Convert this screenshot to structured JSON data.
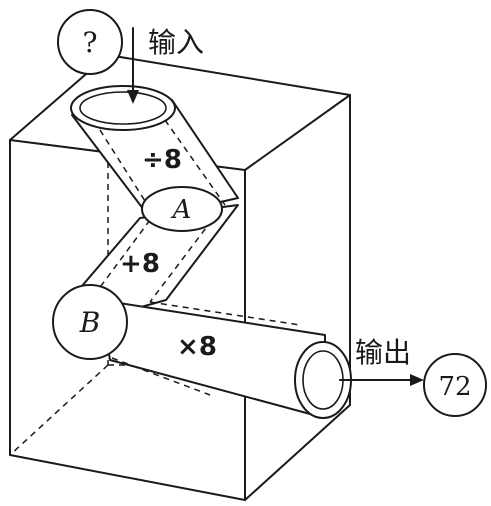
{
  "diagram": {
    "input_label": "输入",
    "output_label": "输出",
    "input_value": "?",
    "output_value": "72",
    "node_a": "A",
    "node_b": "B",
    "op_divide": "÷8",
    "op_add": "+8",
    "op_multiply": "×8"
  }
}
